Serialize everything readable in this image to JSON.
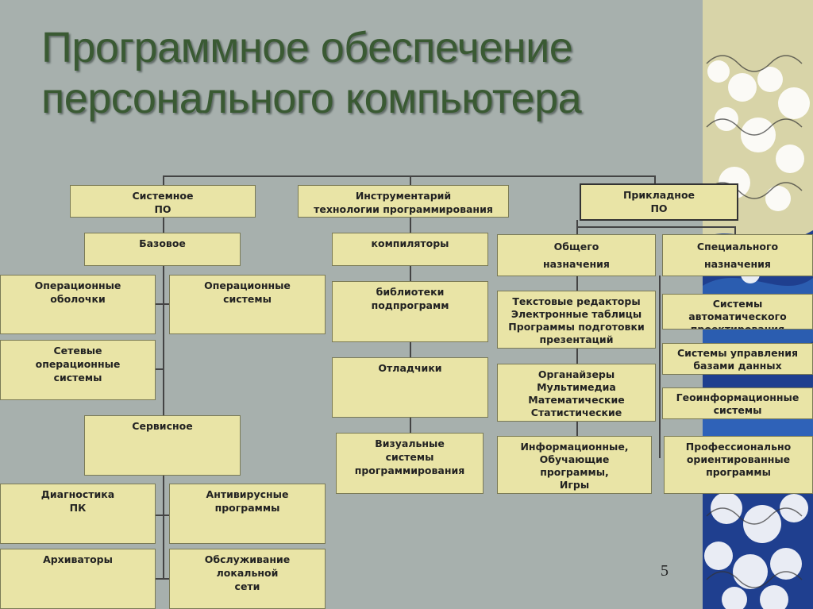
{
  "title": "Программное обеспечение персонального компьютера",
  "page_number": "5",
  "nodes": {
    "system_sw": "Системное\nПО",
    "instr": "Инструментарий\nтехнологии программирования",
    "applied": "Прикладное\nПО",
    "base": "Базовое",
    "os_shells": "Операционные\nоболочки",
    "os": "Операционные\nсистемы",
    "net_os": "Сетевые\nоперационные\nсистемы",
    "service": "Сервисное",
    "diag": "Диагностика\nПК",
    "antivirus": "Антивирусные\nпрограммы",
    "archivers": "Архиваторы",
    "lan": "Обслуживание\nлокальной\nсети",
    "compilers": "компиляторы",
    "libs": "библиотеки\nподпрограмм",
    "debuggers": "Отладчики",
    "visual": "Визуальные\nсистемы\nпрограммирования",
    "general": "Общего\nназначения",
    "special": "Специального\nназначения",
    "text_editors": "Текстовые редакторы\nЭлектронные таблицы\nПрограммы подготовки\nпрезентаций",
    "organizers": "Органайзеры\nМультимедиа\nМатематические\nСтатистические",
    "info": "Информационные,\nОбучающие\nпрограммы,\nИгры",
    "cad": "Системы автоматического\nпроектирования",
    "dbms": "Системы управления\nбазами данных",
    "gis": "Геоинформационные\nсистемы",
    "prof": "Профессионально\nориентированные\nпрограммы"
  }
}
